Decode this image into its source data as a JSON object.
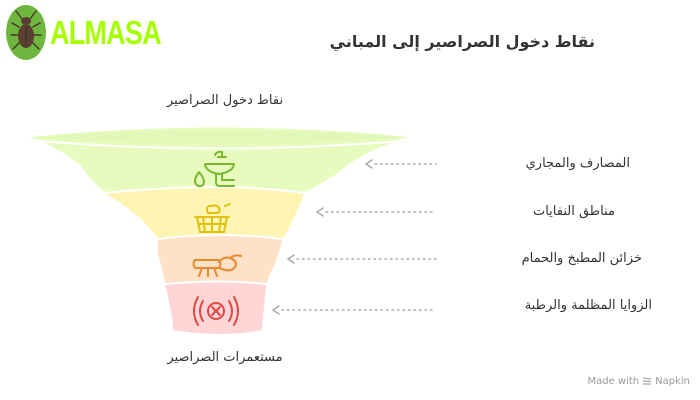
{
  "brand": {
    "logo_text": "ALMASA",
    "logo_icon": "cockroach-icon",
    "logo_bg": "#6fb63f",
    "logo_text_color": "#a6ff00"
  },
  "header": {
    "title": "نقاط دخول الصراصير إلى المباني"
  },
  "funnel": {
    "top_label": "نقاط دخول الصراصير",
    "bottom_label": "مستعمرات الصراصير",
    "stages": [
      {
        "label": "المصارف والمجاري",
        "icon": "sink-drain-icon",
        "fill": "#e6fbbd",
        "stroke": "#7ab82e"
      },
      {
        "label": "مناطق النفايات",
        "icon": "trash-basket-icon",
        "fill": "#fff5b3",
        "stroke": "#e0c010"
      },
      {
        "label": "خزائن المطبخ والحمام",
        "icon": "beetle-icon",
        "fill": "#ffe1c8",
        "stroke": "#e58a2e"
      },
      {
        "label": "الزوايا المظلمة والرطبة",
        "icon": "no-bug-signal-icon",
        "fill": "#ffd5d5",
        "stroke": "#e04848"
      }
    ]
  },
  "footer": {
    "made_with": "Made with",
    "brand": "Napkin"
  }
}
